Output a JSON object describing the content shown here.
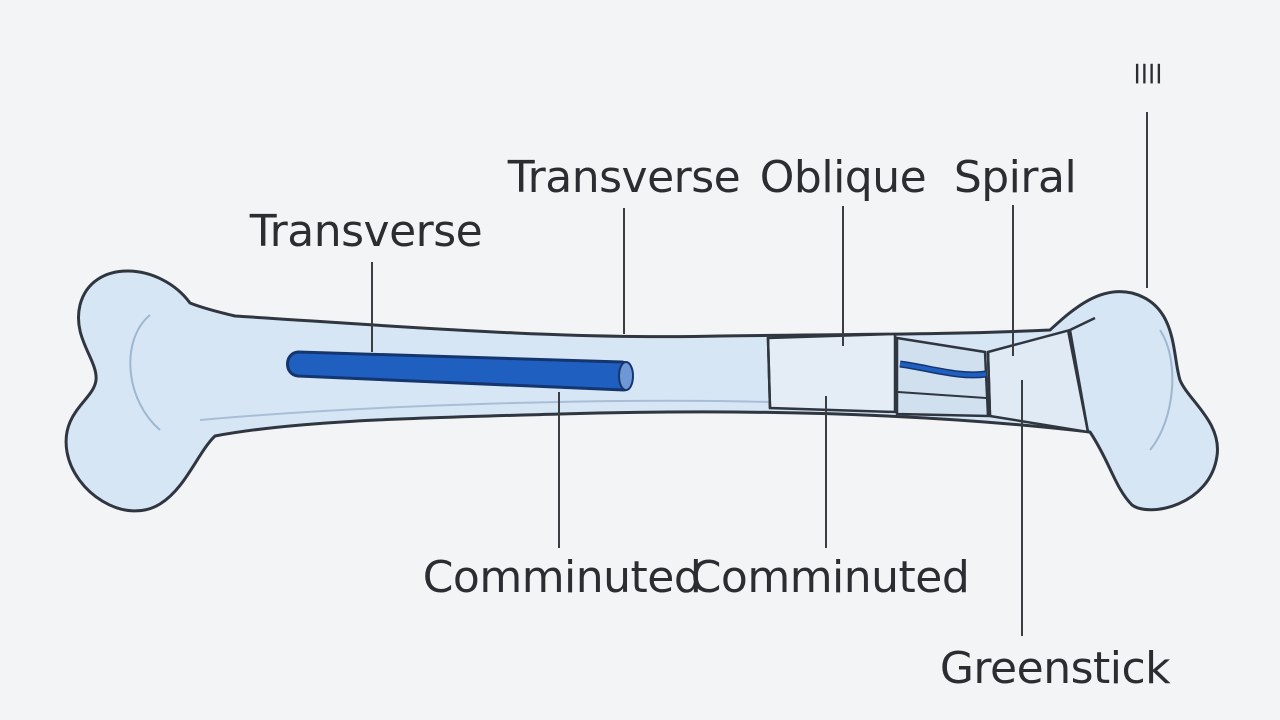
{
  "diagram": {
    "labels": {
      "transverse_left": "Transverse",
      "transverse_center": "Transverse",
      "oblique": "Oblique",
      "spiral": "Spiral",
      "comminuted_left": "Comminuted",
      "comminuted_center": "Comminuted",
      "greenstick": "Greenstick",
      "corner_glyph": "ꞁꞁꞁꞁ"
    },
    "colors": {
      "background": "#f3f4f6",
      "bone_fill": "#d7e6f4",
      "bone_outline": "#2f3640",
      "fracture_blue": "#1f5fbf",
      "leader_line": "#3a3d42",
      "text": "#2b2d31"
    }
  }
}
